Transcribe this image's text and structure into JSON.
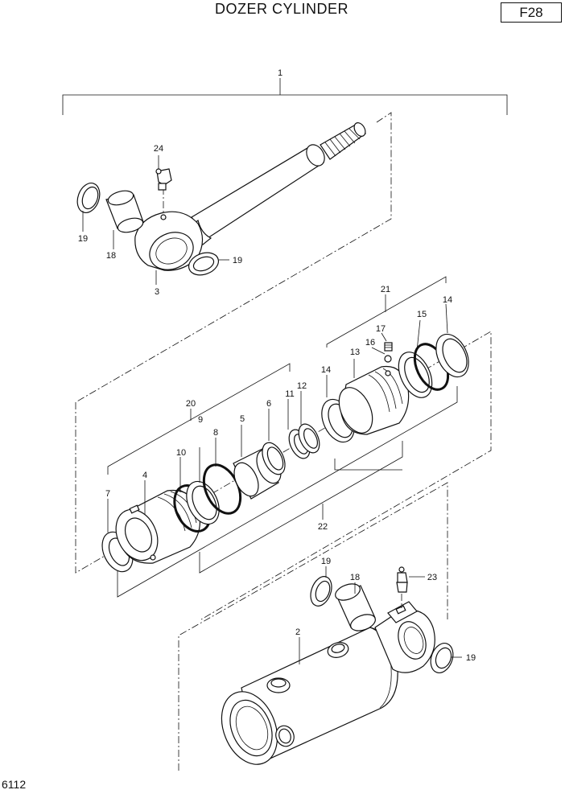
{
  "title": "DOZER CYLINDER",
  "page_code": "F28",
  "doc_number": "6112",
  "callouts": {
    "c1": "1",
    "c2": "2",
    "c3": "3",
    "c4": "4",
    "c5": "5",
    "c6": "6",
    "c7": "7",
    "c8": "8",
    "c9": "9",
    "c10": "10",
    "c11": "11",
    "c12": "12",
    "c13": "13",
    "c14a": "14",
    "c14b": "14",
    "c15": "15",
    "c16": "16",
    "c17": "17",
    "c18a": "18",
    "c18b": "18",
    "c19a": "19",
    "c19b": "19",
    "c19c": "19",
    "c19d": "19",
    "c20": "20",
    "c21": "21",
    "c22": "22",
    "c23": "23",
    "c24": "24"
  }
}
